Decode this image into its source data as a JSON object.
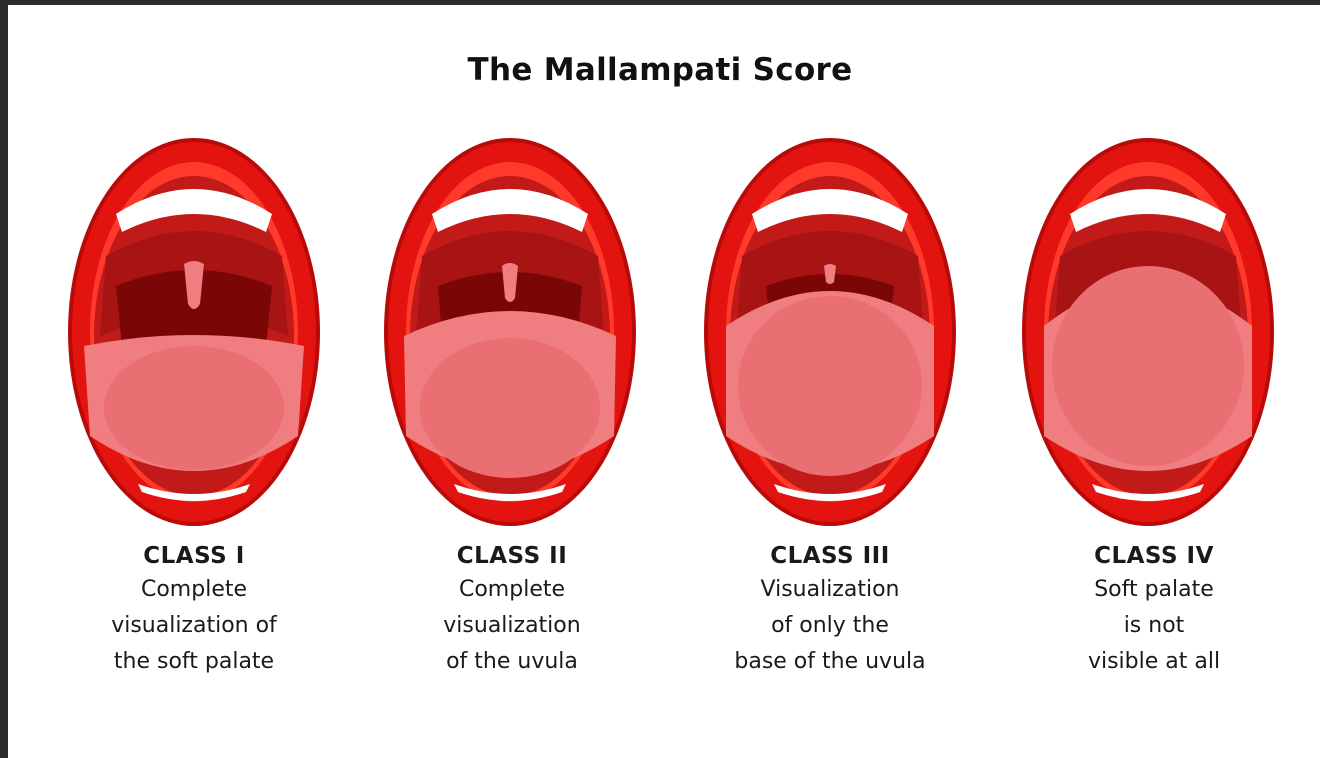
{
  "title": "The Mallampati Score",
  "colors": {
    "lip": "#e3140f",
    "lip_dark": "#b80a08",
    "mouth_inner": "#c21a18",
    "throat": "#7a0606",
    "tongue": "#f07e80",
    "teeth": "#ffffff"
  },
  "classes": [
    {
      "name": "CLASS I",
      "lines": [
        "Complete",
        "visualization of",
        "the soft palate"
      ]
    },
    {
      "name": "CLASS II",
      "lines": [
        "Complete",
        "visualization",
        "of the uvula"
      ]
    },
    {
      "name": "CLASS III",
      "lines": [
        "Visualization",
        "of only the",
        "base of the uvula"
      ]
    },
    {
      "name": "CLASS IV",
      "lines": [
        "Soft palate",
        "is not",
        "visible at all"
      ]
    }
  ]
}
